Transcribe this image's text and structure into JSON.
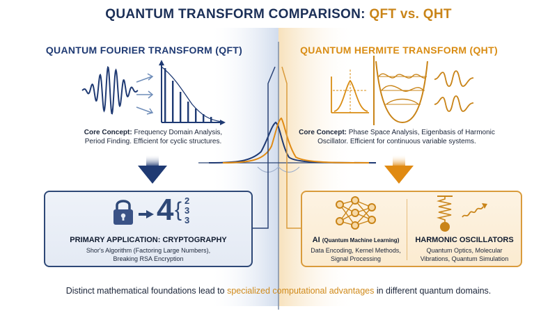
{
  "title": {
    "part1": "QUANTUM TRANSFORM COMPARISON:",
    "part2": "QFT vs. QHT"
  },
  "qft": {
    "heading": "QUANTUM FOURIER TRANSFORM (QFT)",
    "concept_label": "Core Concept:",
    "concept_line1": "Frequency Domain Analysis,",
    "concept_line2": "Period Finding. Efficient for cyclic structures.",
    "digit": "4",
    "factors": [
      "2",
      "3",
      "3"
    ],
    "application_title": "PRIMARY APPLICATION: CRYPTOGRAPHY",
    "application_line1": "Shor's Algorithm (Factoring Large Numbers),",
    "application_line2": "Breaking RSA Encryption"
  },
  "qht": {
    "heading": "QUANTUM HERMITE TRANSFORM (QHT)",
    "concept_label": "Core Concept:",
    "concept_line1": "Phase Space Analysis, Eigenbasis of Harmonic",
    "concept_line2": "Oscillator. Efficient for continuous variable systems.",
    "ai_title": "AI",
    "ai_subtitle": "(Quantum Machine Learning)",
    "ai_line1": "Data Encoding, Kernel Methods,",
    "ai_line2": "Signal Processing",
    "osc_title": "HARMONIC OSCILLATORS",
    "osc_line1": "Quantum Optics, Molecular",
    "osc_line2": "Vibrations, Quantum Simulation"
  },
  "footer": {
    "part1": "Distinct mathematical foundations lead to",
    "highlight": "specialized computational advantages",
    "part2": "in different quantum domains."
  },
  "colors": {
    "navy": "#1f3a73",
    "orange": "#d98c13",
    "dark": "#1b2539"
  }
}
